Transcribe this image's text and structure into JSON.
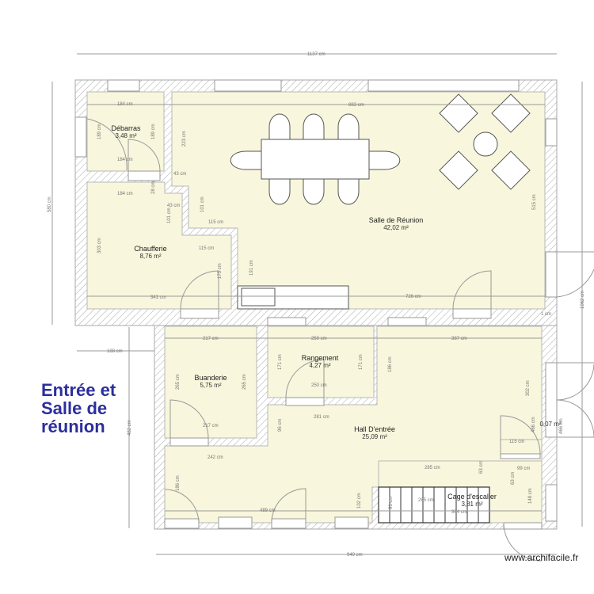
{
  "title_lines": [
    "Entrée et",
    "Salle de",
    "réunion"
  ],
  "watermark": "www.archifacile.fr",
  "rooms": [
    {
      "name": "Débarras",
      "area": "3,48 m²"
    },
    {
      "name": "Chaufferie",
      "area": "8,76 m²"
    },
    {
      "name": "Salle de Réunion",
      "area": "42,02 m²"
    },
    {
      "name": "Buanderie",
      "area": "5,75 m²"
    },
    {
      "name": "Rangement",
      "area": "4,27 m²"
    },
    {
      "name": "Hall D'entrée",
      "area": "25,09 m²"
    },
    {
      "name": "Cage d'escalier",
      "area": "3,81 m²"
    },
    {
      "name": "",
      "area": "0,07 m²"
    }
  ],
  "dims": {
    "overall_width": "1137 cm",
    "upper_height": "580 cm",
    "right_height": "1062 cm",
    "lower_offset": "188 cm",
    "lower_height": "482 cm",
    "lower_width": "949 cm",
    "right_lower": "466 cm",
    "deb_w_top": "184 cm",
    "deb_w_bot": "184 cm",
    "deb_h_left": "189 cm",
    "deb_h_right": "189 cm",
    "deb_wall": "28 cm",
    "ch_w_top": "184 cm",
    "ch_h": "303 cm",
    "ch_w_bot": "341 cm",
    "ch_step1": "43 cm",
    "ch_step2": "101 cm",
    "ch_step3": "115 cm",
    "ch_h2": "175 cm",
    "sr_w_top": "883 cm",
    "sr_h_left": "223 cm",
    "sr_43": "43 cm",
    "sr_101": "101 cm",
    "sr_115": "115 cm",
    "sr_191": "191 cm",
    "sr_w_bot": "726 cm",
    "sr_h_right": "515 cm",
    "one_cm": "1 cm",
    "bu_w_top": "217 cm",
    "bu_w_bot": "217 cm",
    "bu_h_left": "265 cm",
    "bu_h_right": "265 cm",
    "ra_w_top": "250 cm",
    "ra_w_bot": "250 cm",
    "ra_h_left": "171 cm",
    "ra_h_right": "171 cm",
    "ha_387": "387 cm",
    "ha_186a": "186 cm",
    "ha_281": "281 cm",
    "ha_96": "96 cm",
    "ha_242": "242 cm",
    "ha_186b": "186 cm",
    "ha_489": "489 cm",
    "ha_102": "102 cm",
    "ha_302": "302 cm",
    "ha_466": "466 cm",
    "ha_115": "115 cm",
    "ha_285": "285 cm",
    "ha_63a": "63 cm",
    "ha_63b": "63 cm",
    "ha_99": "99 cm",
    "ca_285": "285 cm",
    "ca_364": "364 cm",
    "ca_148": "148 cm",
    "ca_91": "91 cm"
  },
  "colors": {
    "room_fill": "#f8f6dc",
    "title": "#2b2f9c"
  }
}
